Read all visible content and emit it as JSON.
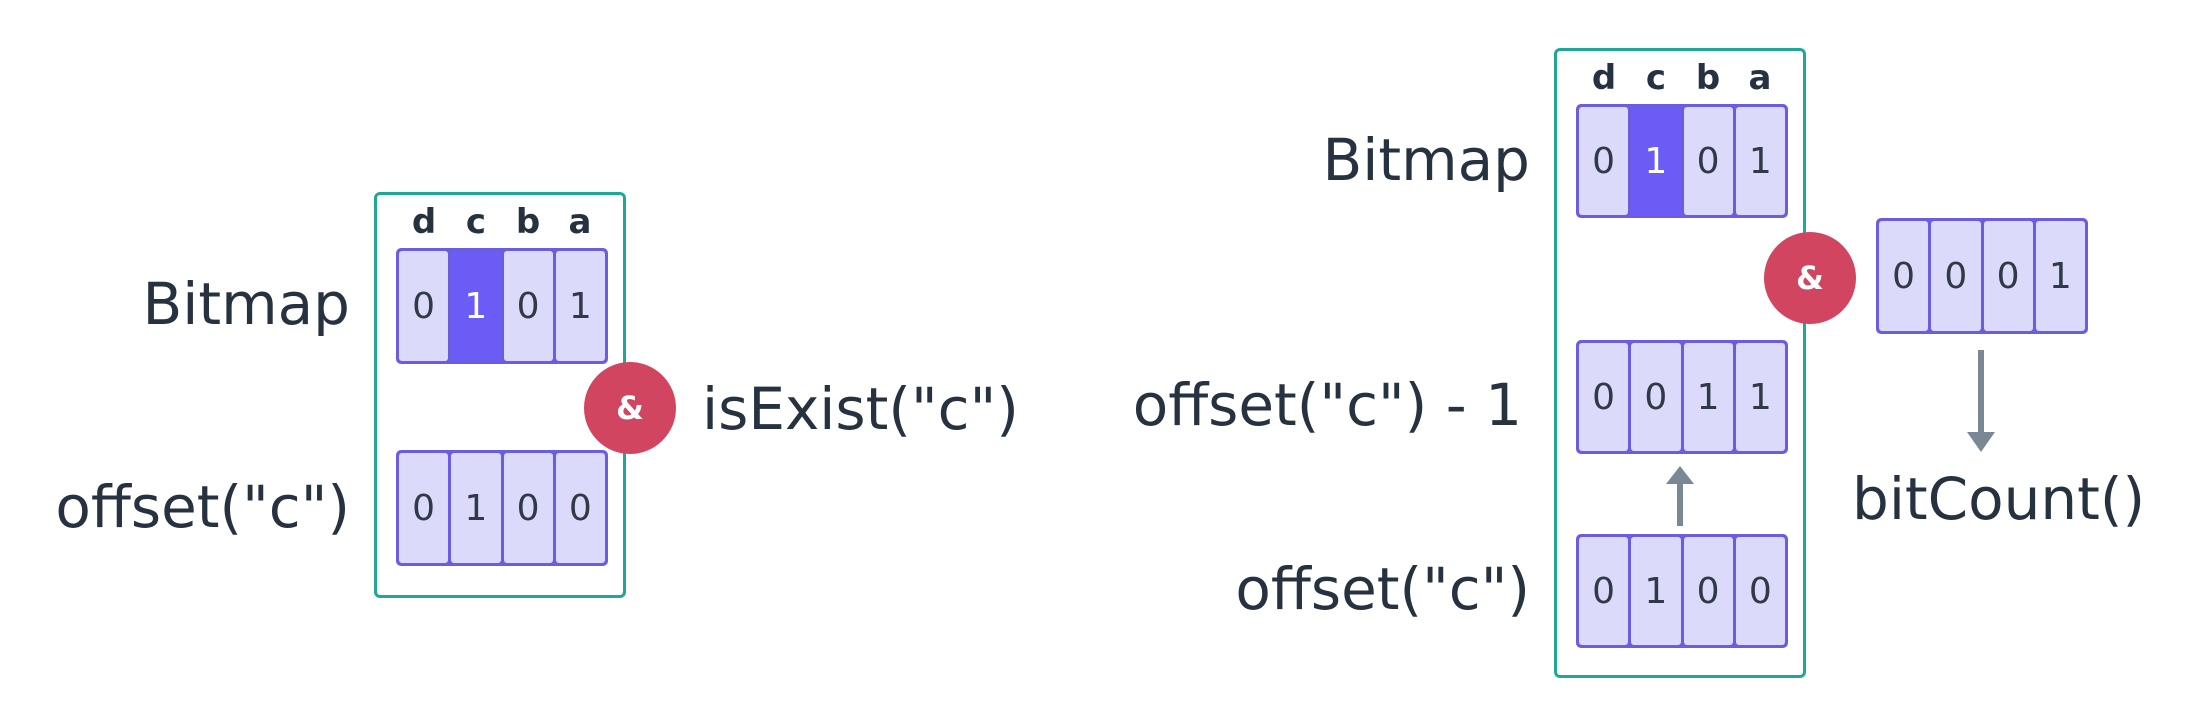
{
  "left": {
    "column_headers": [
      "d",
      "c",
      "b",
      "a"
    ],
    "bitmap_label": "Bitmap",
    "bitmap_bits": [
      "0",
      "1",
      "0",
      "1"
    ],
    "offset_label": "offset(\"c\")",
    "offset_bits": [
      "0",
      "1",
      "0",
      "0"
    ],
    "operator": "&",
    "result_label": "isExist(\"c\")"
  },
  "right": {
    "column_headers": [
      "d",
      "c",
      "b",
      "a"
    ],
    "bitmap_label": "Bitmap",
    "bitmap_bits": [
      "0",
      "1",
      "0",
      "1"
    ],
    "offset_minus_label": "offset(\"c\") - 1",
    "offset_minus_bits": [
      "0",
      "0",
      "1",
      "1"
    ],
    "offset_label": "offset(\"c\")",
    "offset_bits": [
      "0",
      "1",
      "0",
      "0"
    ],
    "operator": "&",
    "and_result_bits": [
      "0",
      "0",
      "0",
      "1"
    ],
    "result_label": "bitCount()"
  },
  "colors": {
    "frame": "#1fa898",
    "bit_border": "#6c5ce0",
    "bit_fill": "#dcdafb",
    "bit_highlight": "#6b5cf5",
    "operator_circle": "#d24560",
    "arrow": "#7a8794",
    "text": "#273240"
  }
}
